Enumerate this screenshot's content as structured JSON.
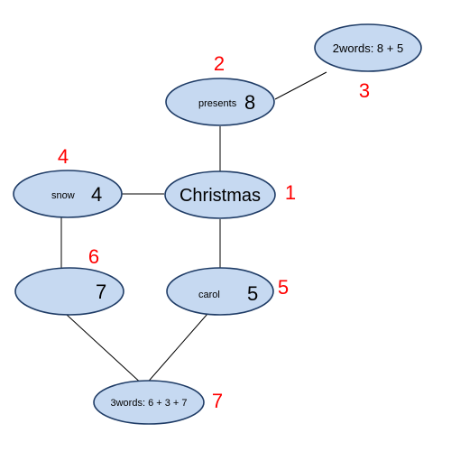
{
  "nodes": {
    "christmas": {
      "label": "Christmas",
      "number": ""
    },
    "presents": {
      "label": "presents",
      "number": "8"
    },
    "two_words": {
      "label": "2words: 8 + 5",
      "number": ""
    },
    "snow": {
      "label": "snow",
      "number": "4"
    },
    "blank": {
      "label": "",
      "number": "7"
    },
    "carol": {
      "label": "carol",
      "number": "5"
    },
    "three_words": {
      "label": "3words: 6 + 3 + 7",
      "number": ""
    }
  },
  "order_labels": {
    "christmas": "1",
    "presents": "2",
    "two_words": "3",
    "snow": "4",
    "carol": "5",
    "blank": "6",
    "three_words": "7"
  },
  "colors": {
    "node_fill": "#c6d9f1",
    "node_stroke": "#1f3c66",
    "order_label": "#ff0000",
    "edge": "#000000"
  }
}
